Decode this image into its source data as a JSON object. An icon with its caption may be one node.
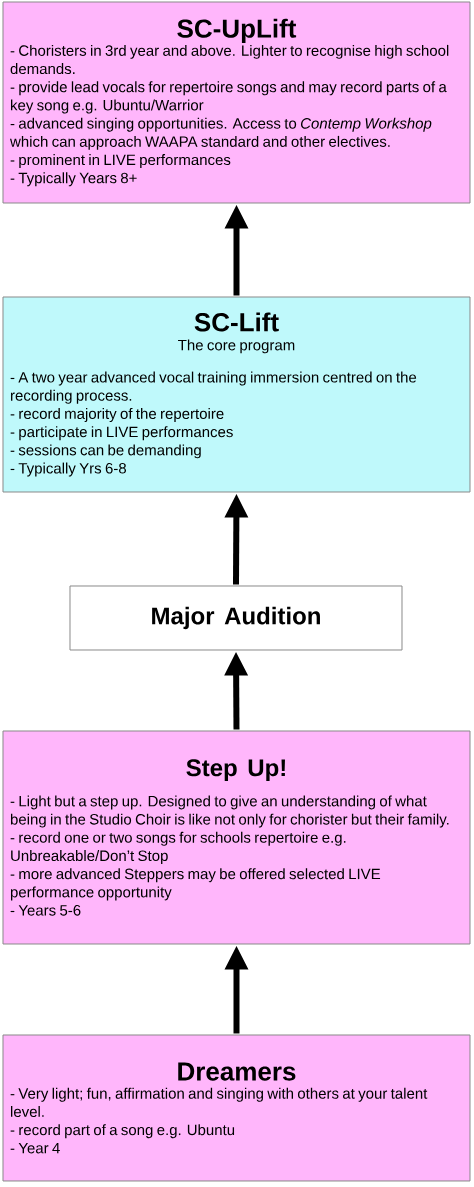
{
  "diagram": {
    "nodes": [
      {
        "text": [
          "SC-UpLift",
          "- Choristers in 3rd year and above. Lighter to recognise high school demands.",
          "- provide lead vocals for repertoire songs and may record parts of a key song e.g. Ubuntu/Warrior",
          "- advanced singing opportunities. Access to *Contemp Workshop* which can approach WAAPA standard and other electives.",
          "- prominent in LIVE performances",
          "- Typically Years 8+"
        ]
      },
      {
        "text": [
          "SC-Lift",
          "The core program",
          "- A two year advanced vocal training immersion centred on the recording process.",
          "- record majority of the repertoire",
          "- participate in LIVE performances",
          "- sessions can be demanding",
          "- Typically Yrs 6-8"
        ]
      },
      {
        "text": [
          "Major Audition"
        ]
      },
      {
        "text": [
          "Step Up!",
          "- Light but a step up. Designed to give an understanding of what being in the Studio Choir is like not only for chorister but their family.",
          "- record one or two songs for schools repertoire e.g. Unbreakable/Don’t Stop",
          "- more advanced Steppers may be offered selected LIVE performance opportunity",
          "- Years 5-6"
        ]
      },
      {
        "text": [
          "Dreamers",
          "- Very light; fun, affirmation and singing with others at your talent level.",
          "- record part of a song e.g. Ubuntu",
          "- Year 4"
        ]
      }
    ],
    "edges": [
      {
        "from": 4,
        "to": 3,
        "arrow": "to"
      },
      {
        "from": 3,
        "to": 2,
        "arrow": "to"
      },
      {
        "from": 2,
        "to": 1,
        "arrow": "to"
      },
      {
        "from": 1,
        "to": 0,
        "arrow": "to"
      }
    ]
  }
}
